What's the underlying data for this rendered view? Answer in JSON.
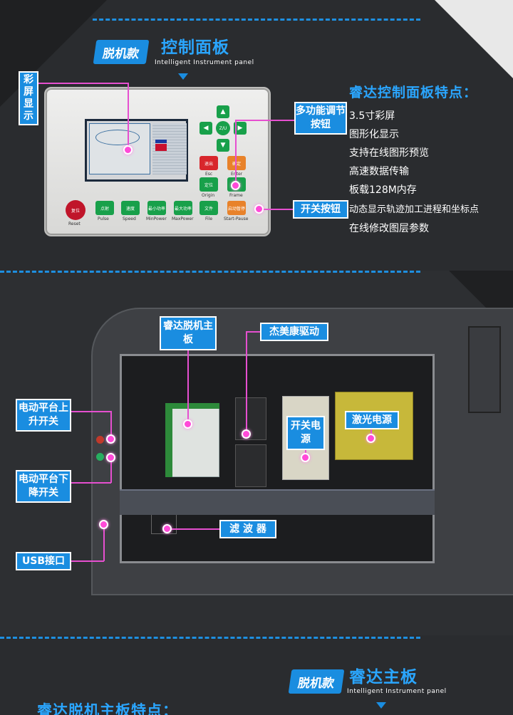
{
  "section1": {
    "badge": "脱机款",
    "title": "控制面板",
    "subtitle": "Intelligent Instrument panel",
    "callouts": {
      "screen": "彩屏显示",
      "multi_btn": "多功能调节按钮",
      "switch_btn": "开关按钮"
    },
    "panel": {
      "btn_esc": "退出",
      "lab_esc": "Esc",
      "btn_enter": "确定",
      "lab_enter": "Enter",
      "btn_origin": "定位",
      "lab_origin": "Origin",
      "btn_frame": "边框",
      "lab_frame": "Frame",
      "center": "Z/U",
      "reset": "复位",
      "lab_reset": "Reset",
      "row": [
        {
          "btn": "点射",
          "lab": "Pulse"
        },
        {
          "btn": "速度",
          "lab": "Speed"
        },
        {
          "btn": "最小功率",
          "lab": "MinPower"
        },
        {
          "btn": "最大功率",
          "lab": "MaxPower"
        },
        {
          "btn": "文件",
          "lab": "File"
        },
        {
          "btn": "启动暂停",
          "lab": "Start-Pause"
        }
      ]
    },
    "features_title": "睿达控制面板特点：",
    "features": [
      "3.5寸彩屏",
      "图形化显示",
      "支持在线图形预览",
      "高速数据传输",
      "板载128M内存",
      "动态显示轨迹加工进程和坐标点",
      "在线修改图层参数"
    ]
  },
  "section2": {
    "callouts": {
      "mainboard": "睿达脱机主板",
      "driver": "杰美康驱动",
      "up_switch": "电动平台上升开关",
      "psu": "开关电源",
      "laser_psu": "激光电源",
      "down_switch": "电动平台下降开关",
      "filter": "滤 波 器",
      "usb": "USB接口"
    }
  },
  "section3": {
    "badge": "脱机款",
    "title": "睿达主板",
    "subtitle": "Intelligent Instrument panel",
    "features_title": "睿达脱机主板特点："
  },
  "colors": {
    "accent": "#1a8de0",
    "title_blue": "#2aa6ff",
    "pointer": "#ff4ad8"
  }
}
